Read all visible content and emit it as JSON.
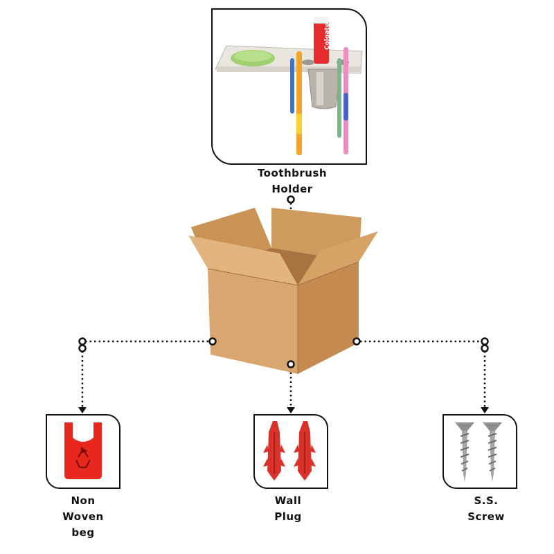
{
  "items": {
    "toothbrush_holder": {
      "label_line1": "Toothbrush",
      "label_line2": "Holder",
      "brand_text": "Colgate"
    },
    "non_woven_bag": {
      "label_line1": "Non",
      "label_line2": "Woven",
      "label_line3": "beg"
    },
    "wall_plug": {
      "label_line1": "Wall",
      "label_line2": "Plug"
    },
    "ss_screw": {
      "label_line1": "S.S.",
      "label_line2": "Screw"
    }
  },
  "colors": {
    "cardboard": "#d9a66f",
    "cardboard_dark": "#b98550",
    "bag_red": "#e8271e",
    "plug_red": "#d9322b",
    "screw_grey": "#9a9a9a",
    "connector": "#111111"
  }
}
